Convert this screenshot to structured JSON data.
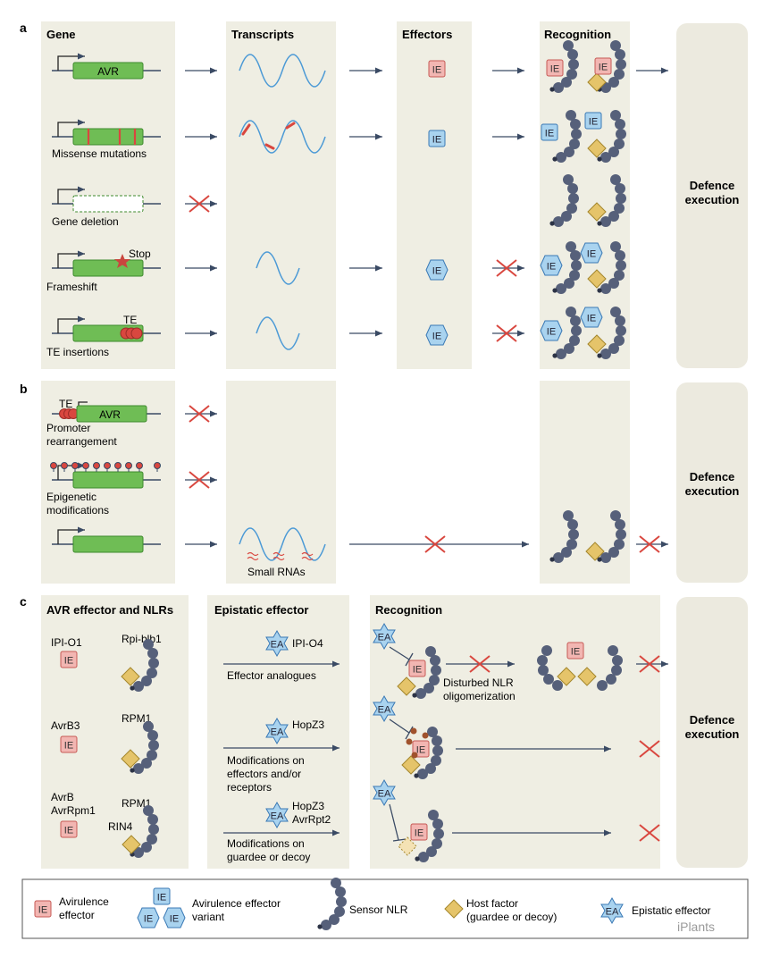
{
  "colors": {
    "panel": "#efeee3",
    "defence_panel": "#eceadf",
    "gene_green": "#6fbd55",
    "gene_border": "#3e8a2d",
    "line": "#3a4a64",
    "red": "#d9473f",
    "ie_fill": "#f2b6b2",
    "ie_border": "#c75a55",
    "iev_fill": "#a9d3ef",
    "iev_border": "#3a79b5",
    "host": "#e5c46a",
    "host_border": "#a4862c",
    "nlr": "#56607a",
    "nlr_dark": "#3b4359",
    "wave": "#4c9ad6"
  },
  "panel_letters": {
    "a": "a",
    "b": "b",
    "c": "c"
  },
  "section_a": {
    "gene_header": "Gene",
    "transcripts_header": "Transcripts",
    "effectors_header": "Effectors",
    "recognition_header": "Recognition",
    "gene_label": "AVR",
    "missense": "Missense mutations",
    "deletion": "Gene deletion",
    "stop": "Stop",
    "frameshift": "Frameshift",
    "te": "TE",
    "te_insertions": "TE insertions",
    "defence": [
      "Defence",
      "execution"
    ]
  },
  "section_b": {
    "te": "TE",
    "gene_label": "AVR",
    "promoter": [
      "Promoter",
      "rearrangement"
    ],
    "epigenetic": [
      "Epigenetic",
      "modifications"
    ],
    "small_rnas": "Small RNAs",
    "defence": [
      "Defence",
      "execution"
    ]
  },
  "section_c": {
    "avr_header": "AVR effector and NLRs",
    "epistatic_header": "Epistatic effector",
    "recognition_header": "Recognition",
    "row1_effector": "IPI-O1",
    "row1_nlr": "Rpi-blb1",
    "row1_ea": "IPI-O4",
    "row1_caption": "Effector analogues",
    "row1_result": [
      "Disturbed NLR",
      "oligomerization"
    ],
    "row2_effector": "AvrB3",
    "row2_nlr": "RPM1",
    "row2_ea": "HopZ3",
    "row2_caption": [
      "Modifications on",
      "effectors and/or",
      "receptors"
    ],
    "row3_effector": [
      "AvrB",
      "AvrRpm1"
    ],
    "row3_nlr": "RPM1",
    "row3_host": "RIN4",
    "row3_ea": [
      "HopZ3",
      "AvrRpt2"
    ],
    "row3_caption": [
      "Modifications on",
      "guardee or decoy"
    ],
    "defence": [
      "Defence",
      "execution"
    ]
  },
  "badges": {
    "ie": "IE",
    "ea": "EA"
  },
  "legend": {
    "avr": [
      "Avirulence",
      "effector"
    ],
    "variant": [
      "Avirulence effector",
      "variant"
    ],
    "nlr": "Sensor NLR",
    "host": [
      "Host factor",
      "(guardee or decoy)"
    ],
    "epistatic": "Epistatic effector",
    "watermark": "iPlants"
  }
}
